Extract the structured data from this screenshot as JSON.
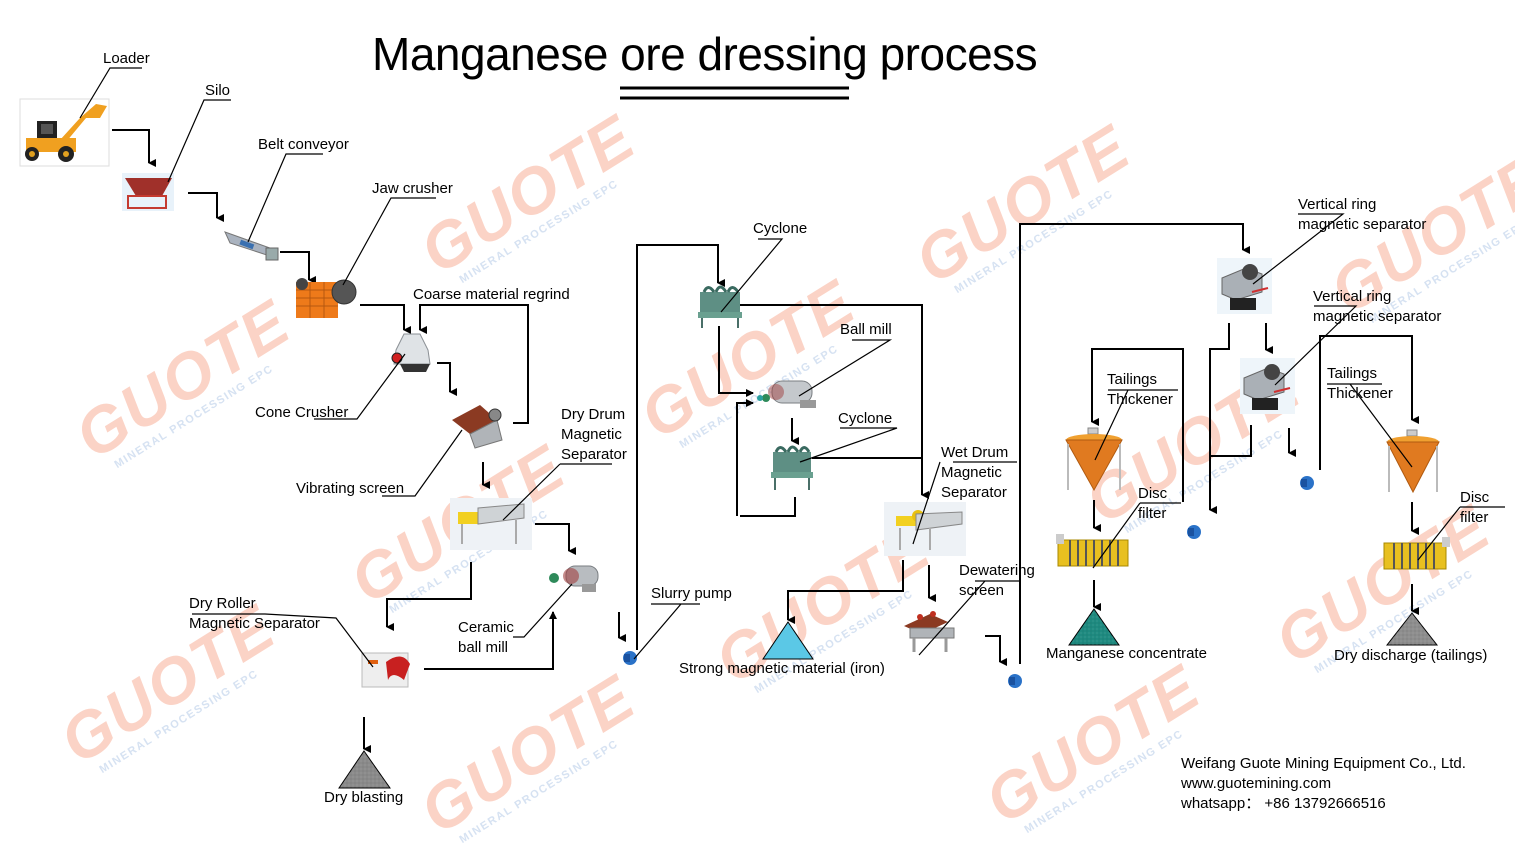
{
  "title": "Manganese ore dressing process",
  "watermark": {
    "brand": "GUOTE",
    "tagline": "MINERAL PROCESSING EPC"
  },
  "equipment": {
    "loader": "Loader",
    "silo": "Silo",
    "belt_conveyor": "Belt conveyor",
    "jaw_crusher": "Jaw crusher",
    "coarse_regrind": "Coarse material regrind",
    "cone_crusher": "Cone Crusher",
    "vibrating_screen": "Vibrating screen",
    "dry_drum_separator": [
      "Dry Drum",
      "Magnetic",
      "Separator"
    ],
    "dry_roller_separator": [
      "Dry Roller",
      "Magnetic Separator"
    ],
    "ceramic_ball_mill": [
      "Ceramic",
      "ball mill"
    ],
    "slurry_pump": "Slurry pump",
    "cyclone_1": "Cyclone",
    "ball_mill": "Ball mill",
    "cyclone_2": "Cyclone",
    "wet_drum_separator": [
      "Wet Drum",
      "Magnetic",
      "Separator"
    ],
    "dewatering_screen": [
      "Dewatering",
      "screen"
    ],
    "vertical_ring_1": [
      "Vertical ring",
      "magnetic separator"
    ],
    "vertical_ring_2": [
      "Vertical ring",
      "magnetic separator"
    ],
    "tailings_thickener_1": [
      "Tailings",
      "Thickener"
    ],
    "tailings_thickener_2": [
      "Tailings",
      "Thickener"
    ],
    "disc_filter_1": [
      "Disc",
      "filter"
    ],
    "disc_filter_2": [
      "Disc",
      "filter"
    ]
  },
  "products": {
    "dry_blasting": "Dry blasting",
    "strong_magnetic": "Strong magnetic material (iron)",
    "manganese_concentrate": "Manganese concentrate",
    "dry_discharge": "Dry discharge (tailings)"
  },
  "product_colors": {
    "dry_blasting": "#8a8a8a",
    "strong_magnetic": "#5bc8e6",
    "manganese_concentrate": "#1f8a80",
    "dry_discharge": "#8e8e8e"
  },
  "company": {
    "name": "Weifang Guote Mining Equipment Co., Ltd.",
    "website": "www.guotemining.com",
    "whatsapp": "whatsapp： +86 13792666516"
  }
}
